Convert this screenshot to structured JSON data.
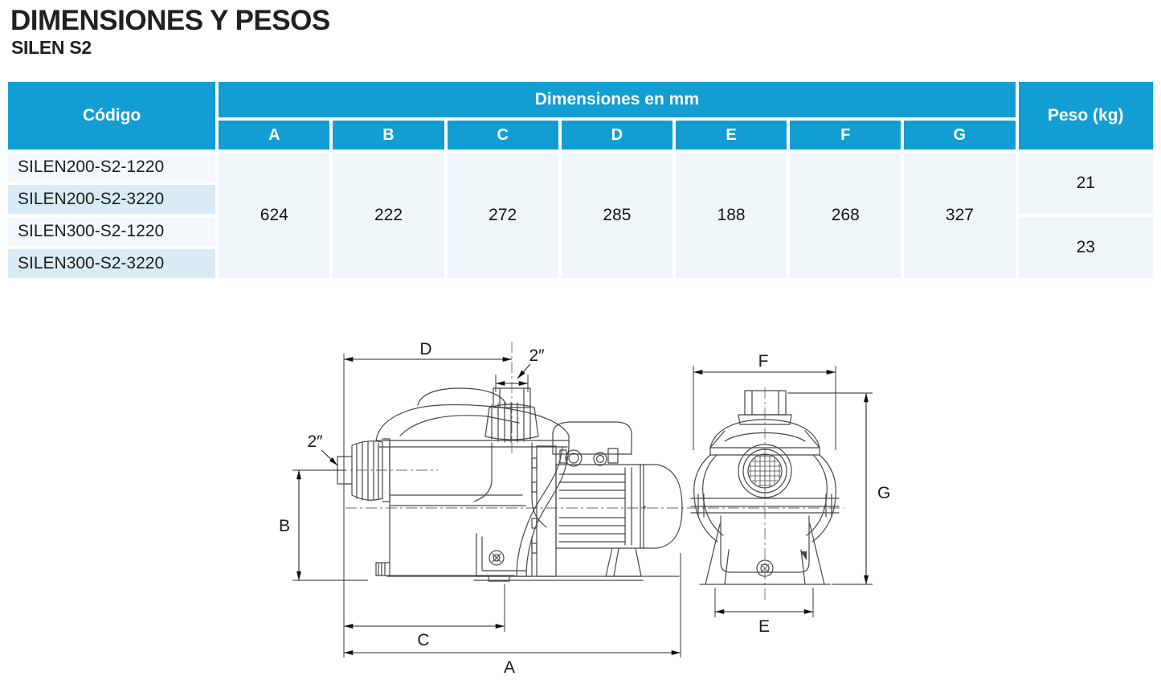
{
  "page": {
    "title": "DIMENSIONES Y PESOS",
    "subtitle": "SILEN S2"
  },
  "table": {
    "code_header": "Código",
    "dim_header": "Dimensiones en mm",
    "weight_header": "Peso (kg)",
    "dim_columns": [
      "A",
      "B",
      "C",
      "D",
      "E",
      "F",
      "G"
    ],
    "dim_values": [
      "624",
      "222",
      "272",
      "285",
      "188",
      "268",
      "327"
    ],
    "codes": [
      "SILEN200-S2-1220",
      "SILEN200-S2-3220",
      "SILEN300-S2-1220",
      "SILEN300-S2-3220"
    ],
    "weights": [
      "21",
      "23"
    ]
  },
  "drawing": {
    "side_view": {
      "dim_d": "D",
      "outlet_size": "2″",
      "inlet_size": "2″",
      "dim_b": "B",
      "dim_c": "C",
      "dim_a": "A"
    },
    "front_view": {
      "dim_f": "F",
      "dim_g": "G",
      "dim_e": "E"
    }
  },
  "colors": {
    "header_blue": "#139ed3",
    "row_light": "#f2f8fb",
    "row_alt": "#d9ecf6",
    "value_cell_bg": "#eef6fa",
    "drawing_line": "#474747",
    "text_dark": "#1d1d1d"
  }
}
